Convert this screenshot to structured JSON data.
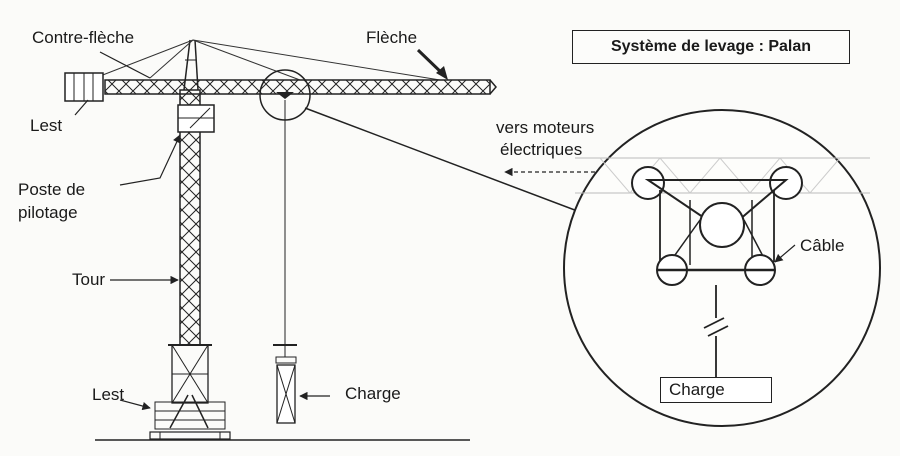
{
  "title": "Système de levage : Palan",
  "labels": {
    "contre_fleche": "Contre-flèche",
    "fleche": "Flèche",
    "lest_top": "Lest",
    "poste_line1": "Poste de",
    "poste_line2": "pilotage",
    "tour": "Tour",
    "lest_bottom": "Lest",
    "charge_left": "Charge",
    "vers_line1": "vers moteurs",
    "vers_line2": "électriques",
    "cable": "Câble",
    "charge_detail": "Charge"
  }
}
